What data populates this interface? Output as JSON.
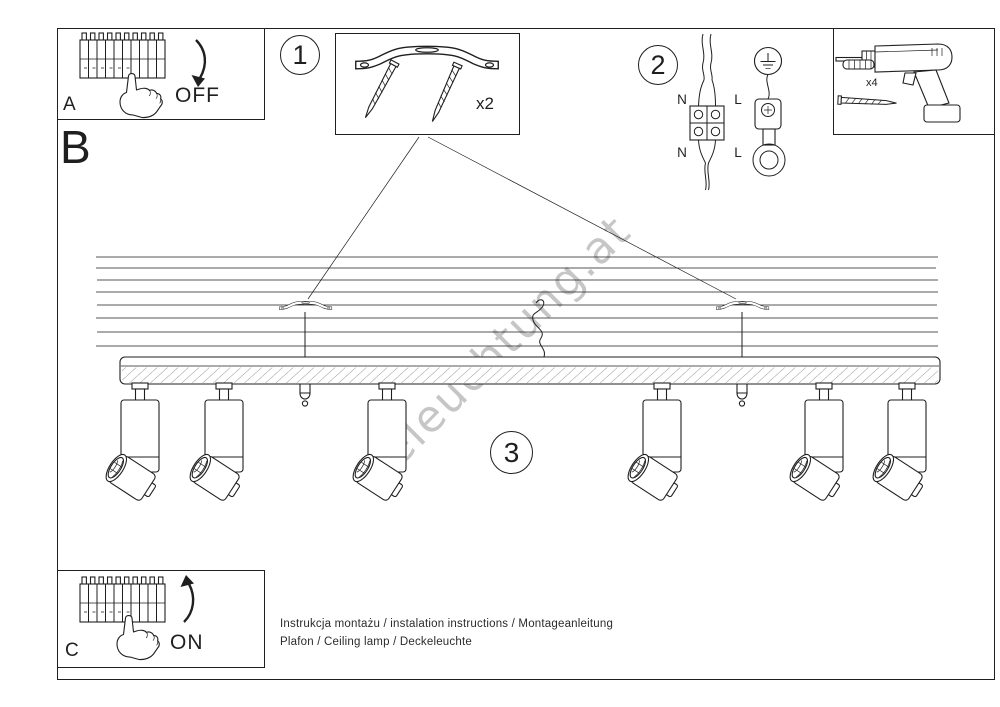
{
  "watermark": {
    "text": "beleuchtung.at"
  },
  "footer": {
    "line1": "Instrukcja montażu / instalation instructions / Montageanleitung",
    "line2": "Plafon / Ceiling lamp / Deckeleuchte"
  },
  "panels": {
    "a": {
      "label": "A",
      "action": "OFF"
    },
    "b": {
      "label": "B"
    },
    "c": {
      "label": "C",
      "action": "ON"
    }
  },
  "steps": {
    "step1": {
      "number": "1",
      "quantity": "x2"
    },
    "step2": {
      "number": "2",
      "terminals": {
        "top_left": "N",
        "top_right": "L",
        "bottom_left": "N",
        "bottom_right": "L"
      }
    },
    "step3": {
      "number": "3"
    },
    "tools": {
      "quantity": "x4"
    }
  },
  "colors": {
    "line": "#1f1f1f",
    "watermark": "#8f8f8f",
    "background": "#ffffff"
  },
  "icons": [
    "breaker-panel-icon",
    "hand-icon",
    "power-off-arrow-icon",
    "power-on-arrow-icon",
    "mounting-bracket-icon",
    "screw-icon",
    "wiring-cable-icon",
    "terminal-block-icon",
    "ground-symbol-icon",
    "ground-terminal-icon",
    "drill-icon",
    "wall-plug-icon",
    "ceiling-icon",
    "mounting-rail-icon",
    "power-cable-icon",
    "cap-nut-icon",
    "spotlight-icon"
  ]
}
